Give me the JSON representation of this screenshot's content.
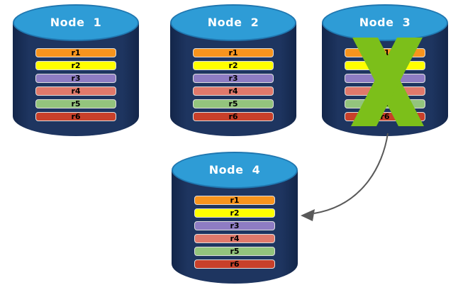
{
  "diagram": {
    "description": "Database nodes with replicas; failed node re-replicates to new node",
    "failover_arrow": {
      "from": "Node  3",
      "to": "Node  4"
    }
  },
  "palette": {
    "cylinder_body": "#1e3560",
    "cylinder_top": "#2e9cd6",
    "cylinder_top_border": "#2077b0",
    "failure_x": "#7cbf1a",
    "arrow": "#595959",
    "bar_border": "#dedede",
    "background": "#ffffff"
  },
  "nodes": [
    {
      "label": "Node  1",
      "failed": false,
      "replicas": [
        {
          "label": "r1",
          "color": "#f7941d"
        },
        {
          "label": "r2",
          "color": "#ffff00"
        },
        {
          "label": "r3",
          "color": "#8e7cc3"
        },
        {
          "label": "r4",
          "color": "#e0796b"
        },
        {
          "label": "r5",
          "color": "#93c47d"
        },
        {
          "label": "r6",
          "color": "#c8402a"
        }
      ]
    },
    {
      "label": "Node  2",
      "failed": false,
      "replicas": [
        {
          "label": "r1",
          "color": "#f7941d"
        },
        {
          "label": "r2",
          "color": "#ffff00"
        },
        {
          "label": "r3",
          "color": "#8e7cc3"
        },
        {
          "label": "r4",
          "color": "#e0796b"
        },
        {
          "label": "r5",
          "color": "#93c47d"
        },
        {
          "label": "r6",
          "color": "#c8402a"
        }
      ]
    },
    {
      "label": "Node  3",
      "failed": true,
      "replicas": [
        {
          "label": "r1",
          "color": "#f7941d"
        },
        {
          "label": "r2",
          "color": "#ffff00"
        },
        {
          "label": "r3",
          "color": "#8e7cc3"
        },
        {
          "label": "r4",
          "color": "#e0796b"
        },
        {
          "label": "r5",
          "color": "#93c47d"
        },
        {
          "label": "r6",
          "color": "#c8402a"
        }
      ]
    },
    {
      "label": "Node  4",
      "failed": false,
      "replicas": [
        {
          "label": "r1",
          "color": "#f7941d"
        },
        {
          "label": "r2",
          "color": "#ffff00"
        },
        {
          "label": "r3",
          "color": "#8e7cc3"
        },
        {
          "label": "r4",
          "color": "#e0796b"
        },
        {
          "label": "r5",
          "color": "#93c47d"
        },
        {
          "label": "r6",
          "color": "#c8402a"
        }
      ]
    }
  ]
}
